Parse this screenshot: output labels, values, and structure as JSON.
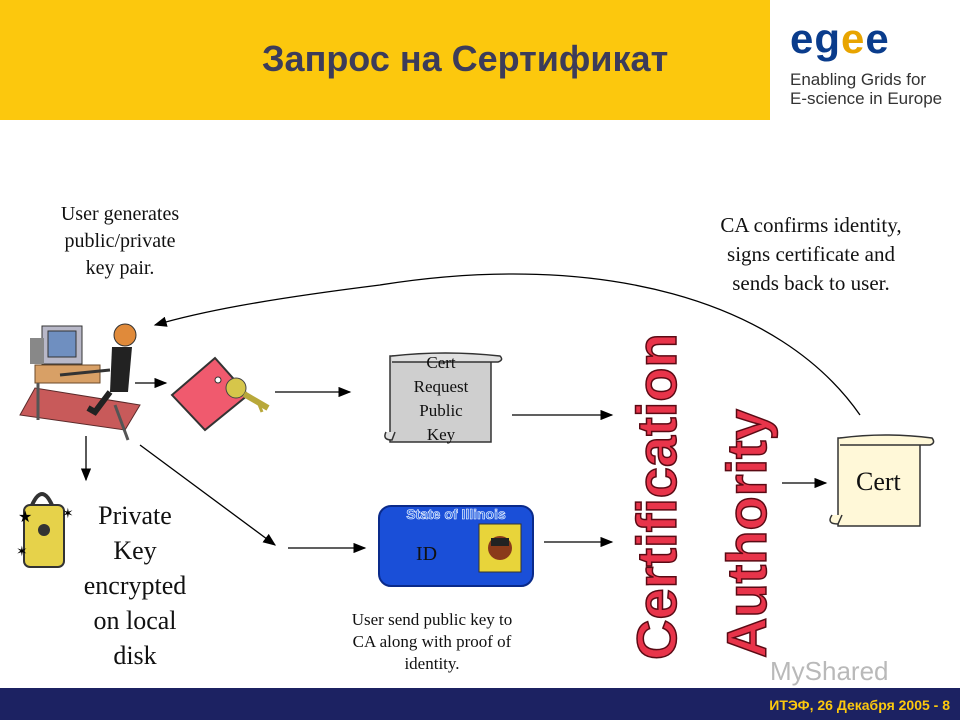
{
  "header": {
    "title": "Запрос на Сертификат",
    "bg_color": "#fcc80d"
  },
  "logo": {
    "word_parts": [
      "e",
      "g",
      "e",
      "e"
    ],
    "word_colors": [
      "#0a3c8c",
      "#0a3c8c",
      "#e8a400",
      "#0a3c8c"
    ],
    "tag_line1": "Enabling Grids for",
    "tag_line2": "E-science in Europe"
  },
  "diagram": {
    "user_generates": [
      "User generates",
      "public/private",
      "key pair."
    ],
    "ca_confirms": [
      "CA confirms identity,",
      "signs certificate and",
      "sends back to user."
    ],
    "private_key_text": [
      "Private",
      "Key",
      "encrypted",
      "on local",
      "disk"
    ],
    "cert_request_lines": [
      "Cert",
      "Request",
      "Public",
      "Key"
    ],
    "id_card": {
      "state_label": "State of Illinois",
      "id_label": "ID",
      "color": "#1a4fd8"
    },
    "user_send": [
      "User send public key to",
      "CA along with proof of",
      "identity."
    ],
    "certification": "Certification",
    "authority": "Authority",
    "ca_color": "#e8344a",
    "cert_label": "Cert"
  },
  "watermark": "MyShared",
  "footer": {
    "text": "ИТЭФ, 26 Декабря 2005 - 8",
    "bg_color": "#1c2262",
    "text_color": "#fcc80d"
  }
}
